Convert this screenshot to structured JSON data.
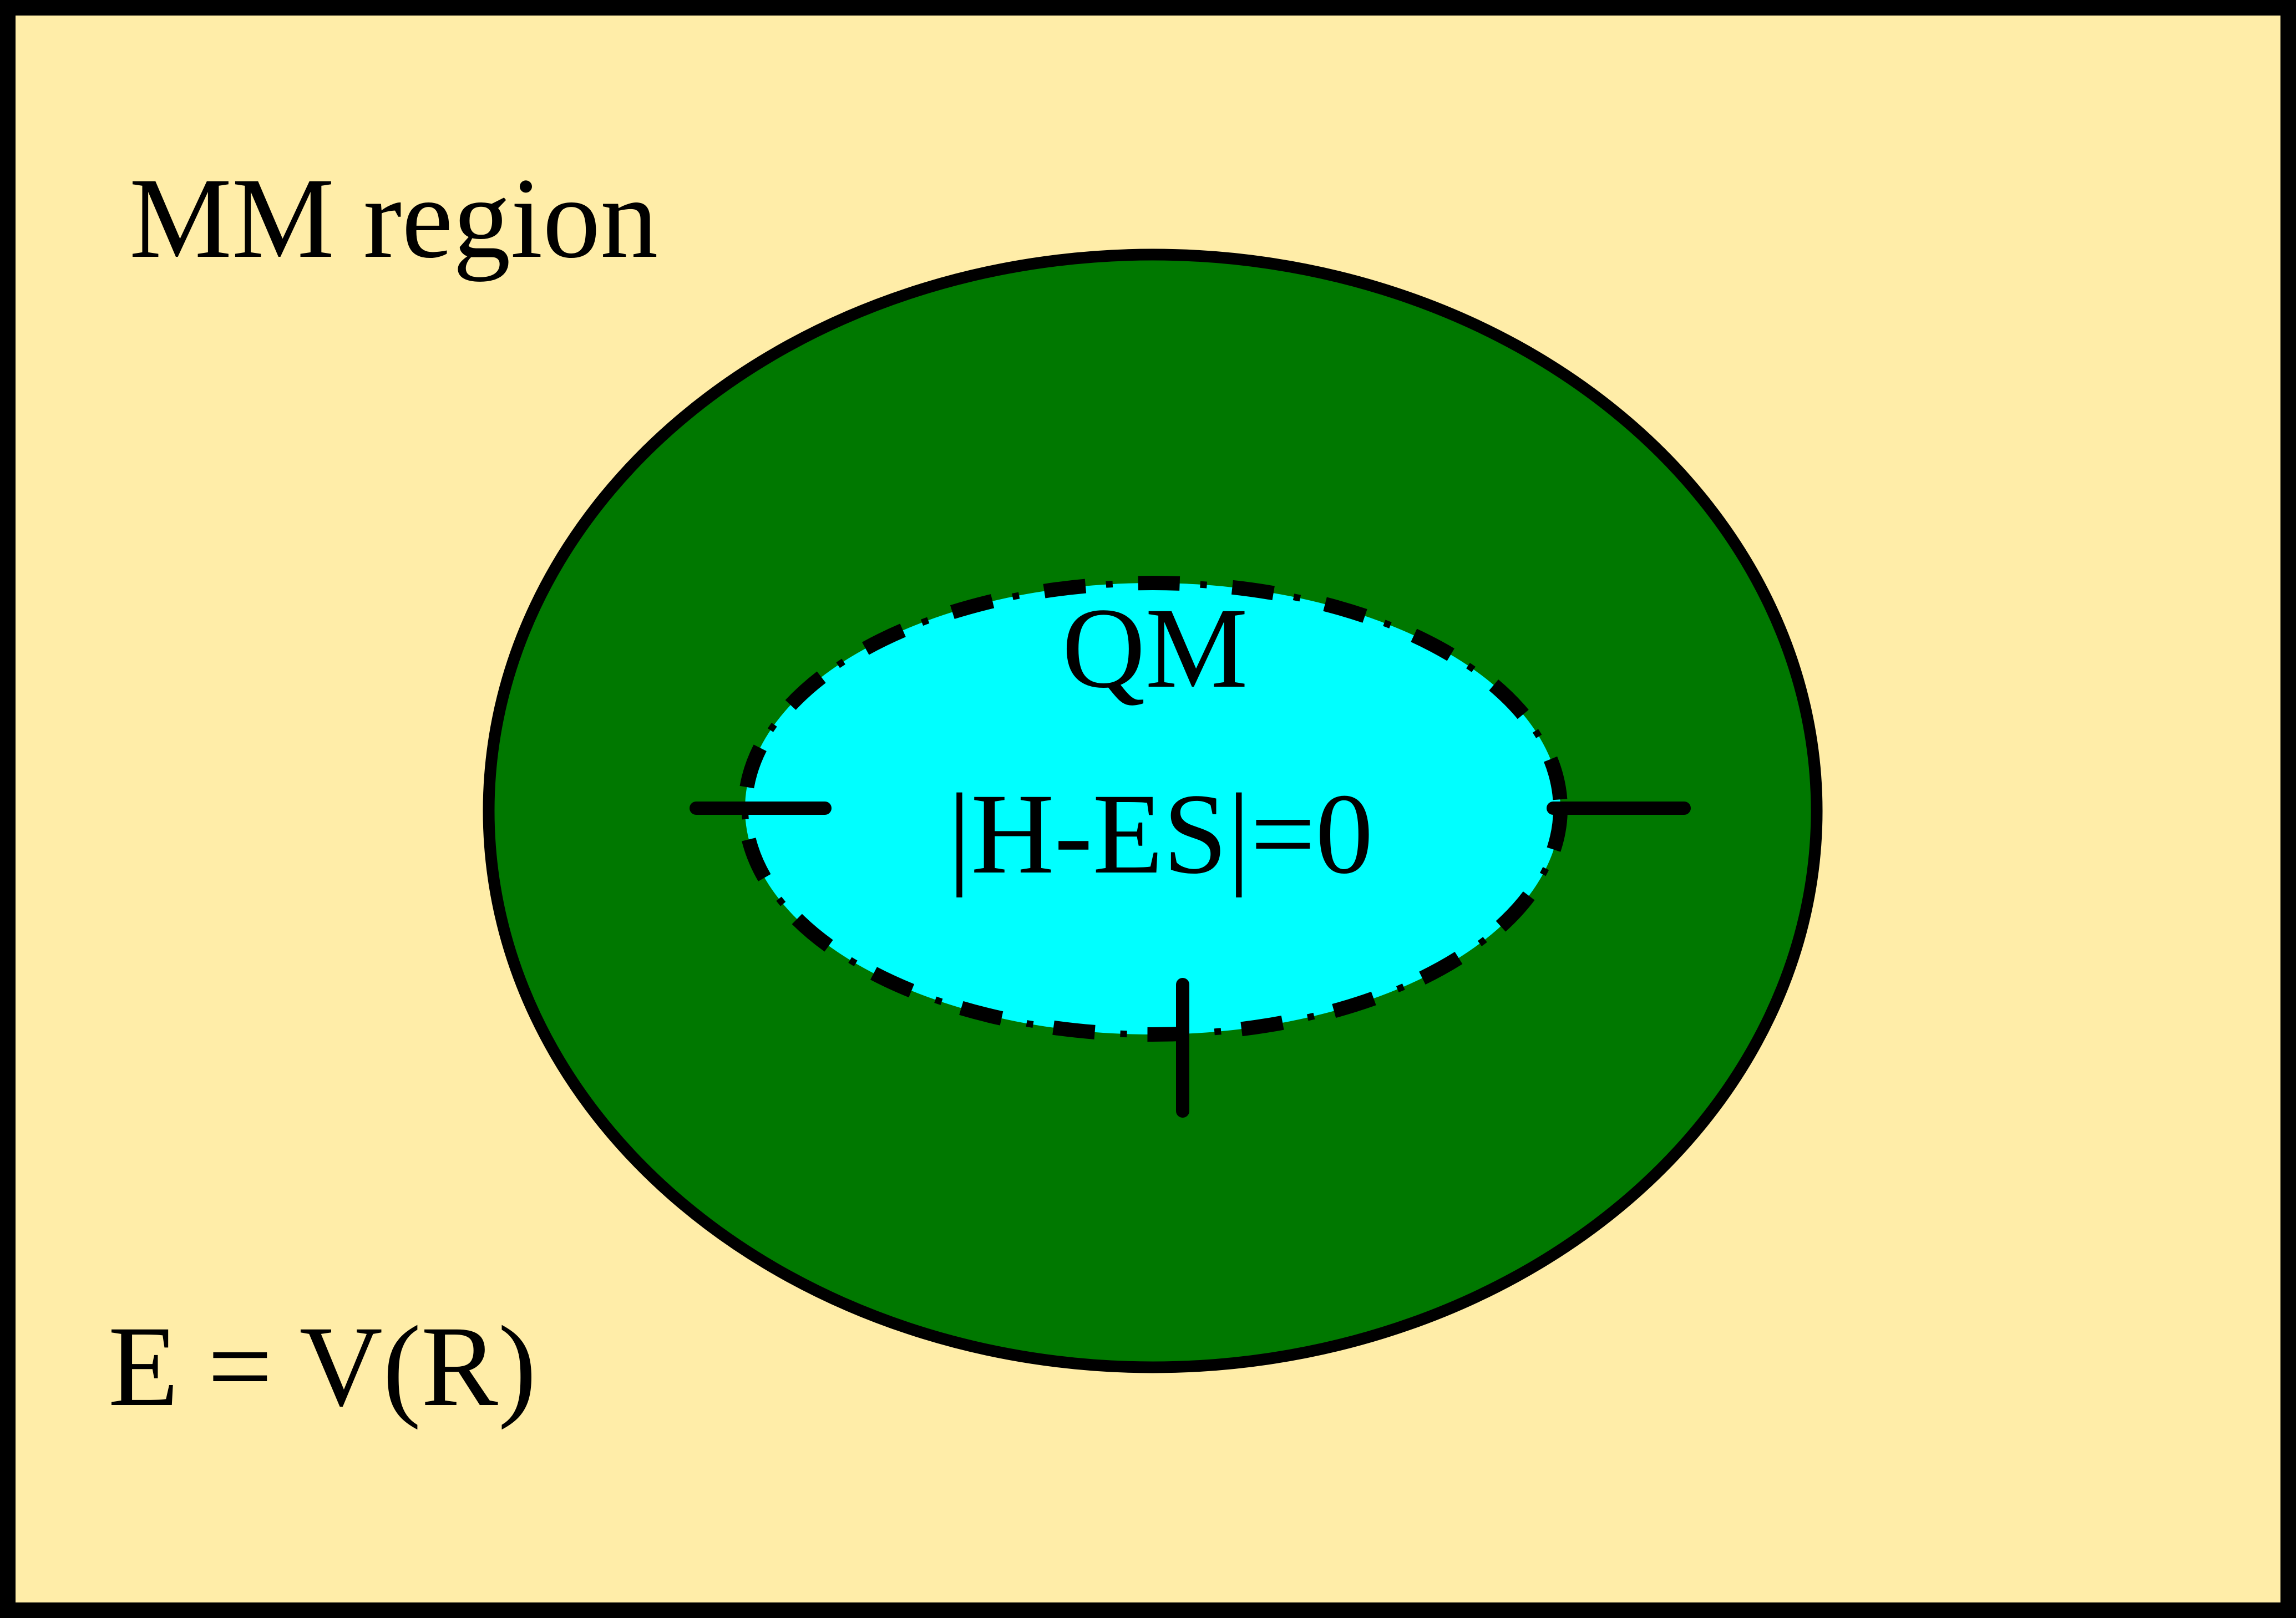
{
  "regions": {
    "outer_label": "MM region",
    "inner_label": "QM",
    "inner_equation": "|H-ES|=0",
    "outer_equation": "E = V(R)"
  },
  "colors": {
    "background": "#ffeda8",
    "mm_region_fill": "#007800",
    "qm_region_fill": "#00ffff",
    "outline": "#000000"
  }
}
